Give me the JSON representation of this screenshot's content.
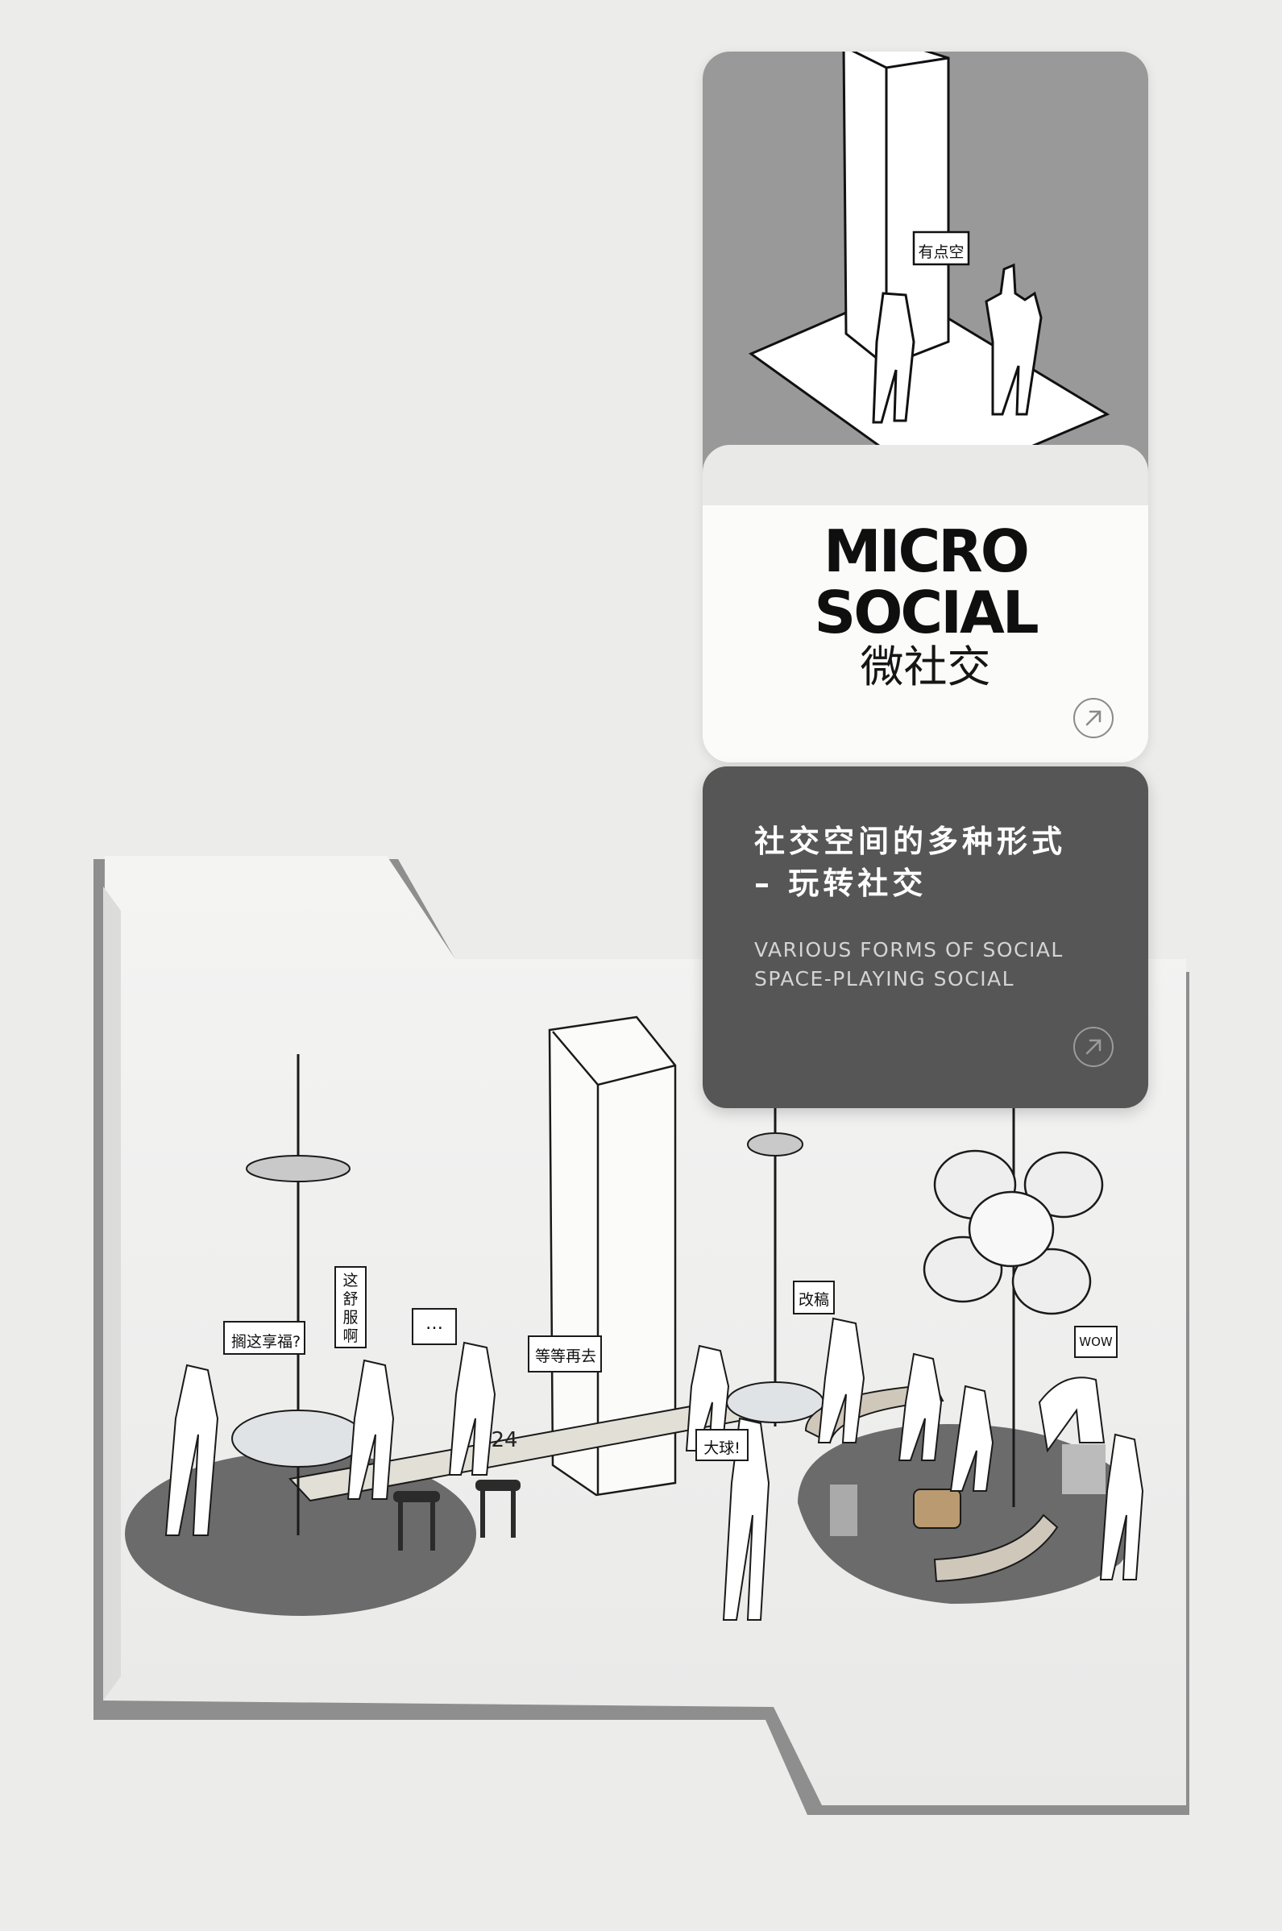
{
  "micro_card": {
    "title_line1": "MICRO",
    "title_line2": "SOCIAL",
    "title_cn": "微社交",
    "bubble": "有点空",
    "arrow_icon": "arrow-up-right-icon"
  },
  "forms_card": {
    "title_cn_line1": "社交空间的多种形式",
    "title_cn_line2": "– 玩转社交",
    "title_en_line1": "VARIOUS FORMS OF SOCIAL",
    "title_en_line2": "SPACE-PLAYING SOCIAL",
    "arrow_icon": "arrow-up-right-icon"
  },
  "scene": {
    "bubbles": [
      "搁这享福?",
      "这舒服啊",
      "…",
      "等等再去",
      "改稿",
      "大球!",
      "WOW"
    ],
    "shirt_number": "24"
  },
  "colors": {
    "page_background": "#ececea",
    "card_light": "#fbfbfa",
    "card_illustration": "#999999",
    "card_dark": "#565656",
    "platform": "#6b6b6b",
    "title_text": "#0f0f0f"
  }
}
